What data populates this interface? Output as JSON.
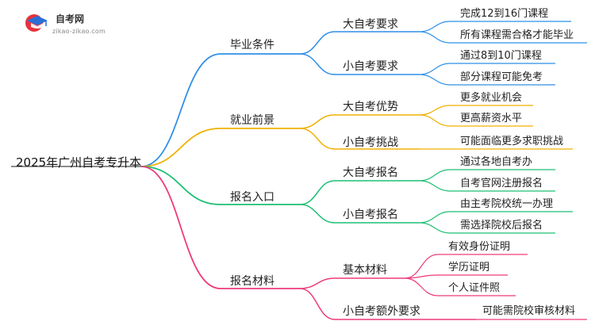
{
  "logo": {
    "name": "自考网",
    "url": "zikao-zikao.com",
    "icon": "graduation-cap-icon"
  },
  "root": "2025年广州自考专升本",
  "colors": {
    "blue": "#2f8fe8",
    "orange": "#f0b000",
    "green": "#1dbf73",
    "pink": "#ee3a7c",
    "root_line": "#666666"
  },
  "branches": [
    {
      "label": "毕业条件",
      "color": "blue",
      "children": [
        {
          "label": "大自考要求",
          "children": [
            "完成12到16门课程",
            "所有课程需合格才能毕业"
          ]
        },
        {
          "label": "小自考要求",
          "children": [
            "通过8到10门课程",
            "部分课程可能免考"
          ]
        }
      ]
    },
    {
      "label": "就业前景",
      "color": "orange",
      "children": [
        {
          "label": "大自考优势",
          "children": [
            "更多就业机会",
            "更高薪资水平"
          ]
        },
        {
          "label": "小自考挑战",
          "children": [
            "可能面临更多求职挑战"
          ]
        }
      ]
    },
    {
      "label": "报名入口",
      "color": "green",
      "children": [
        {
          "label": "大自考报名",
          "children": [
            "通过各地自考办",
            "自考官网注册报名"
          ]
        },
        {
          "label": "小自考报名",
          "children": [
            "由主考院校统一办理",
            "需选择院校后报名"
          ]
        }
      ]
    },
    {
      "label": "报名材料",
      "color": "pink",
      "children": [
        {
          "label": "基本材料",
          "children": [
            "有效身份证明",
            "学历证明",
            "个人证件照"
          ]
        },
        {
          "label": "小自考额外要求",
          "children": [
            "可能需院校审核材料"
          ]
        }
      ]
    }
  ]
}
